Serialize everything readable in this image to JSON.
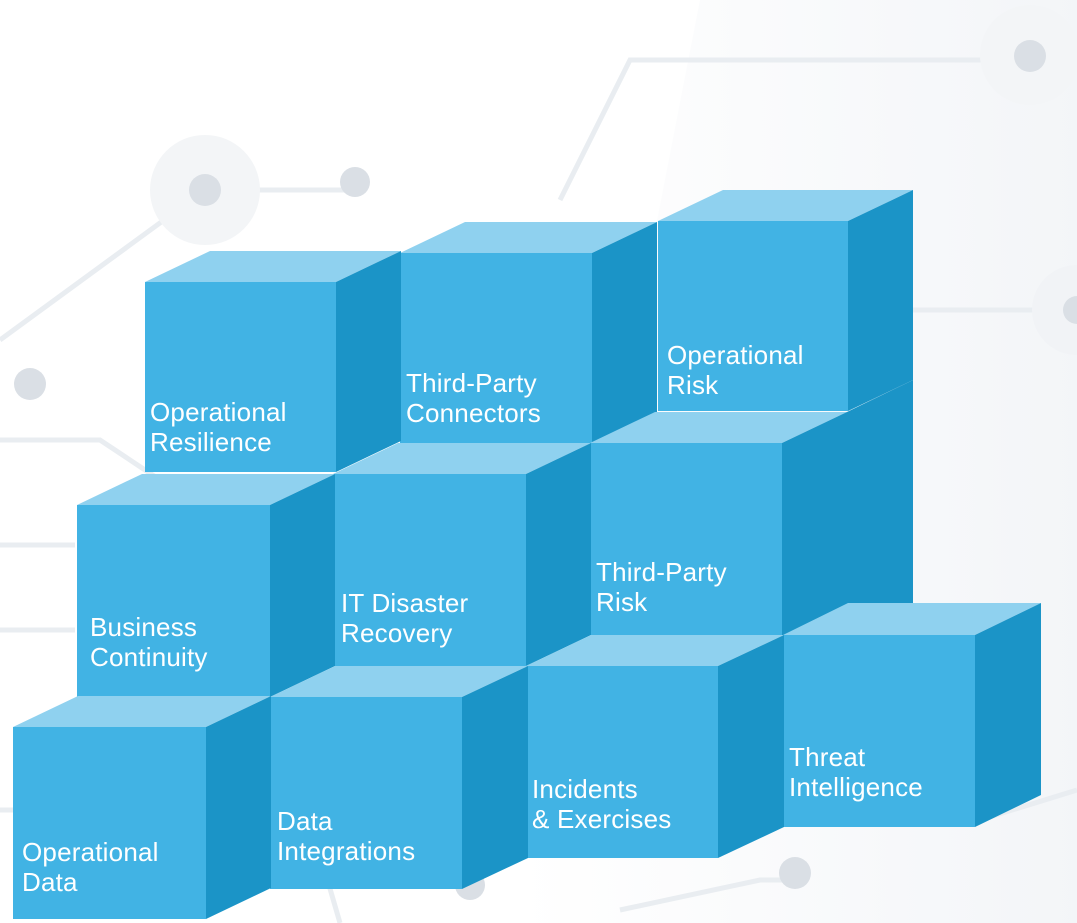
{
  "colors": {
    "front": "#41b3e4",
    "top": "#8fd1ef",
    "side": "#1b94c7",
    "circuit": "#eef1f4",
    "node": "#d7dce2"
  },
  "cubes": [
    {
      "id": "operational-resilience",
      "line1": "Operational",
      "line2": "Resilience"
    },
    {
      "id": "third-party-connectors",
      "line1": "Third-Party",
      "line2": "Connectors"
    },
    {
      "id": "operational-risk",
      "line1": "Operational",
      "line2": "Risk"
    },
    {
      "id": "business-continuity",
      "line1": "Business",
      "line2": "Continuity"
    },
    {
      "id": "it-disaster-recovery",
      "line1": "IT Disaster",
      "line2": "Recovery"
    },
    {
      "id": "third-party-risk",
      "line1": "Third-Party",
      "line2": "Risk"
    },
    {
      "id": "operational-data",
      "line1": "Operational",
      "line2": "Data"
    },
    {
      "id": "data-integrations",
      "line1": "Data",
      "line2": "Integrations"
    },
    {
      "id": "incidents-exercises",
      "line1": "Incidents",
      "line2": "& Exercises"
    },
    {
      "id": "threat-intelligence",
      "line1": "Threat",
      "line2": "Intelligence"
    }
  ]
}
